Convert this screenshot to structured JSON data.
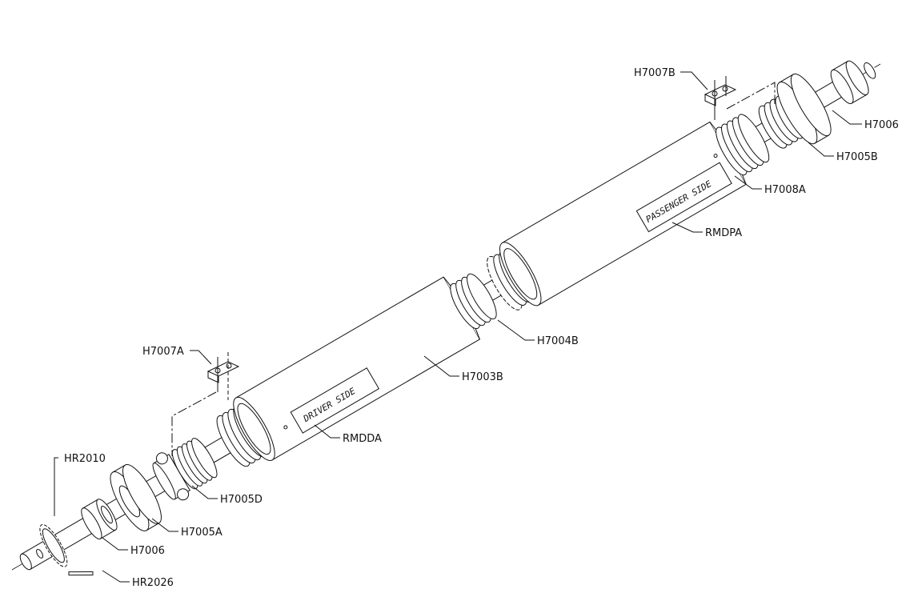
{
  "tube_labels": {
    "passenger": "PASSENGER SIDE",
    "driver": "DRIVER SIDE"
  },
  "callouts": [
    {
      "id": "h7007b",
      "text": "H7007B"
    },
    {
      "id": "h7006-top",
      "text": "H7006"
    },
    {
      "id": "h7005b",
      "text": "H7005B"
    },
    {
      "id": "h7008a",
      "text": "H7008A"
    },
    {
      "id": "rmdpa",
      "text": "RMDPA"
    },
    {
      "id": "h7004b",
      "text": "H7004B"
    },
    {
      "id": "h7003b",
      "text": "H7003B"
    },
    {
      "id": "h7007a",
      "text": "H7007A"
    },
    {
      "id": "rmdda",
      "text": "RMDDA"
    },
    {
      "id": "hr2010",
      "text": "HR2010"
    },
    {
      "id": "h7005d",
      "text": "H7005D"
    },
    {
      "id": "h7005a",
      "text": "H7005A"
    },
    {
      "id": "h7006-bottom",
      "text": "H7006"
    },
    {
      "id": "hr2026",
      "text": "HR2026"
    }
  ]
}
